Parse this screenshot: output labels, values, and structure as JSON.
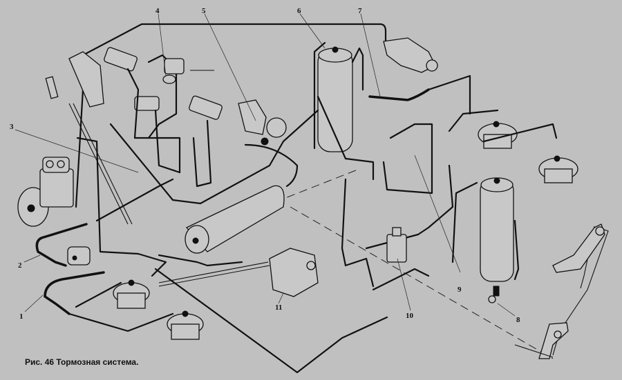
{
  "figure": {
    "caption": "Рис.  46   Тормозная система.",
    "title": "Тормозная система",
    "figure_number": "46"
  },
  "callouts": [
    {
      "id": "1",
      "label": "1"
    },
    {
      "id": "2",
      "label": "2"
    },
    {
      "id": "3",
      "label": "3"
    },
    {
      "id": "4",
      "label": "4"
    },
    {
      "id": "5",
      "label": "5"
    },
    {
      "id": "6",
      "label": "6"
    },
    {
      "id": "7",
      "label": "7"
    },
    {
      "id": "8",
      "label": "8"
    },
    {
      "id": "9",
      "label": "9"
    },
    {
      "id": "10",
      "label": "10"
    },
    {
      "id": "11",
      "label": "11"
    }
  ],
  "colors": {
    "background": "#c0c0c0",
    "ink": "#111111"
  }
}
